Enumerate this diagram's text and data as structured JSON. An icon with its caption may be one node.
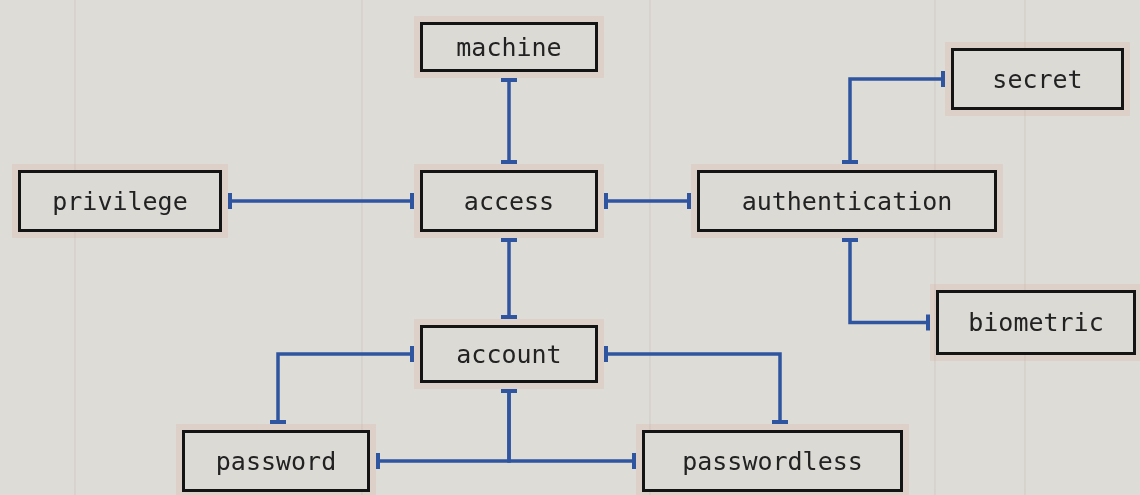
{
  "diagram": {
    "nodes": [
      {
        "text": [
          "machine"
        ]
      },
      {
        "text": [
          "secret"
        ]
      },
      {
        "text": [
          "privilege"
        ]
      },
      {
        "text": [
          "access"
        ]
      },
      {
        "text": [
          "authentication"
        ]
      },
      {
        "text": [
          "biometric"
        ]
      },
      {
        "text": [
          "account"
        ]
      },
      {
        "text": [
          "password"
        ]
      },
      {
        "text": [
          "passwordless"
        ]
      }
    ],
    "edges": [
      {
        "from": 0,
        "to": 3,
        "arrow": "other"
      },
      {
        "from": 2,
        "to": 3,
        "arrow": "other"
      },
      {
        "from": 3,
        "to": 4,
        "arrow": "other"
      },
      {
        "from": 4,
        "to": 1,
        "arrow": "other"
      },
      {
        "from": 4,
        "to": 5,
        "arrow": "other"
      },
      {
        "from": 3,
        "to": 6,
        "arrow": "other"
      },
      {
        "from": 6,
        "to": 7,
        "arrow": "other"
      },
      {
        "from": 6,
        "to": 8,
        "arrow": "other"
      },
      {
        "from": 6,
        "to": 7,
        "arrow": "other"
      },
      {
        "from": 6,
        "to": 8,
        "arrow": "other"
      }
    ]
  }
}
